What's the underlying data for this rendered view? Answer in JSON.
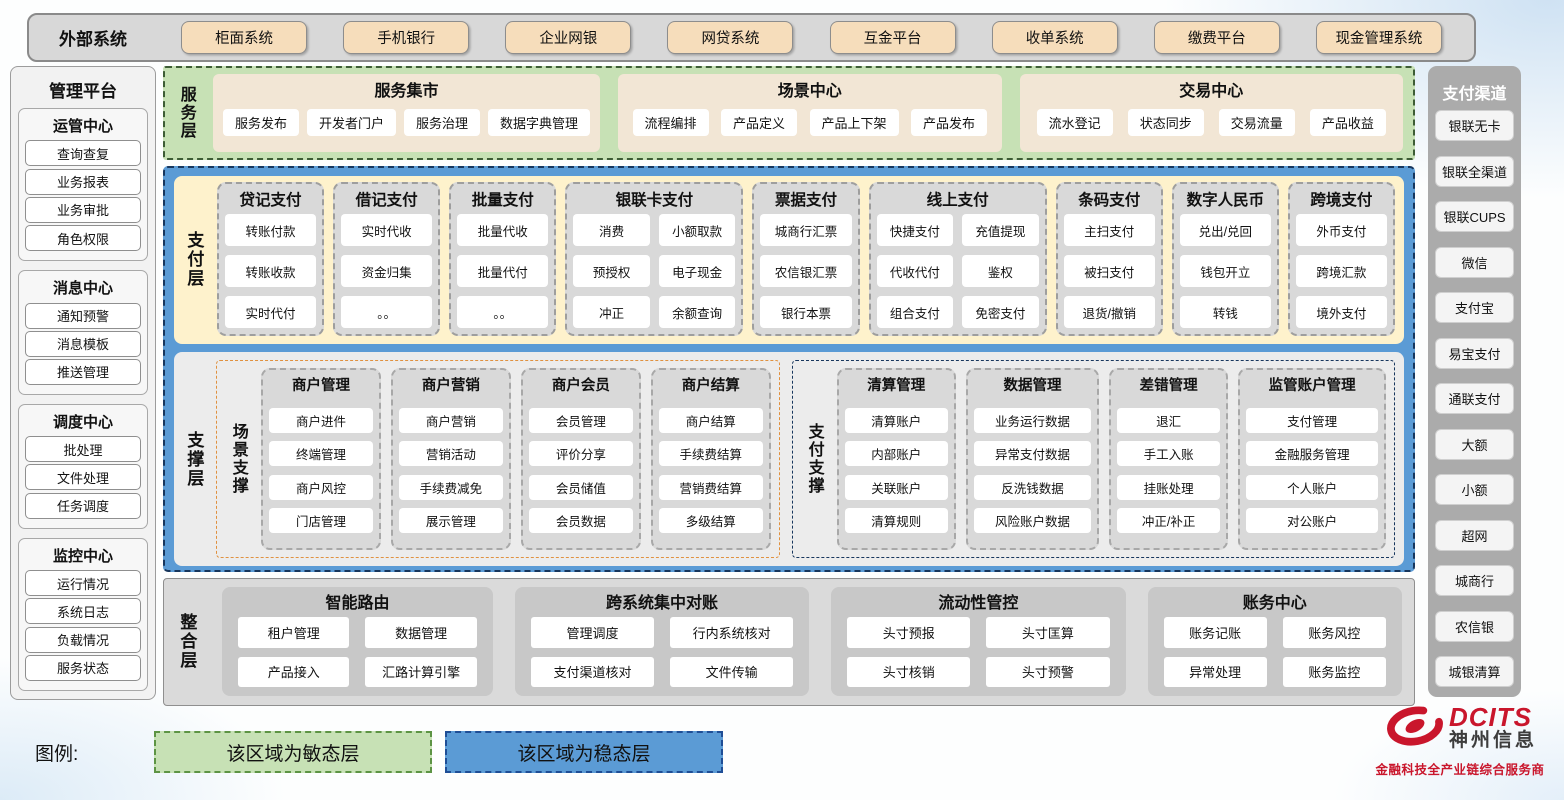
{
  "external_systems": {
    "label": "外部系统",
    "items": [
      "柜面系统",
      "手机银行",
      "企业网银",
      "网贷系统",
      "互金平台",
      "收单系统",
      "缴费平台",
      "现金管理系统"
    ]
  },
  "management_platform": {
    "title": "管理平台",
    "groups": [
      {
        "title": "运管中心",
        "items": [
          "查询查复",
          "业务报表",
          "业务审批",
          "角色权限"
        ]
      },
      {
        "title": "消息中心",
        "items": [
          "通知预警",
          "消息模板",
          "推送管理"
        ]
      },
      {
        "title": "调度中心",
        "items": [
          "批处理",
          "文件处理",
          "任务调度"
        ]
      },
      {
        "title": "监控中心",
        "items": [
          "运行情况",
          "系统日志",
          "负载情况",
          "服务状态"
        ]
      }
    ]
  },
  "service_layer": {
    "label": "服务层",
    "groups": [
      {
        "title": "服务集市",
        "items": [
          "服务发布",
          "开发者门户",
          "服务治理",
          "数据字典管理"
        ]
      },
      {
        "title": "场景中心",
        "items": [
          "流程编排",
          "产品定义",
          "产品上下架",
          "产品发布"
        ]
      },
      {
        "title": "交易中心",
        "items": [
          "流水登记",
          "状态同步",
          "交易流量",
          "产品收益"
        ]
      }
    ]
  },
  "payment_layer": {
    "label": "支付层",
    "columns": [
      {
        "title": "贷记支付",
        "cols": 1,
        "items": [
          "转账付款",
          "转账收款",
          "实时代付"
        ]
      },
      {
        "title": "借记支付",
        "cols": 1,
        "items": [
          "实时代收",
          "资金归集",
          "。。"
        ]
      },
      {
        "title": "批量支付",
        "cols": 1,
        "items": [
          "批量代收",
          "批量代付",
          "。。"
        ]
      },
      {
        "title": "银联卡支付",
        "cols": 2,
        "items": [
          "消费",
          "小额取款",
          "预授权",
          "电子现金",
          "冲正",
          "余额查询"
        ]
      },
      {
        "title": "票据支付",
        "cols": 1,
        "items": [
          "城商行汇票",
          "农信银汇票",
          "银行本票"
        ]
      },
      {
        "title": "线上支付",
        "cols": 2,
        "items": [
          "快捷支付",
          "充值提现",
          "代收代付",
          "鉴权",
          "组合支付",
          "免密支付"
        ]
      },
      {
        "title": "条码支付",
        "cols": 1,
        "items": [
          "主扫支付",
          "被扫支付",
          "退货/撤销"
        ]
      },
      {
        "title": "数字人民币",
        "cols": 1,
        "items": [
          "兑出/兑回",
          "钱包开立",
          "转钱"
        ]
      },
      {
        "title": "跨境支付",
        "cols": 1,
        "items": [
          "外币支付",
          "跨境汇款",
          "境外支付"
        ]
      }
    ]
  },
  "support_layer": {
    "label": "支撑层",
    "groups": [
      {
        "label": "场景支撑",
        "accent": "orange",
        "columns": [
          {
            "title": "商户管理",
            "items": [
              "商户进件",
              "终端管理",
              "商户风控",
              "门店管理"
            ]
          },
          {
            "title": "商户营销",
            "items": [
              "商户营销",
              "营销活动",
              "手续费减免",
              "展示管理"
            ]
          },
          {
            "title": "商户会员",
            "items": [
              "会员管理",
              "评价分享",
              "会员储值",
              "会员数据"
            ]
          },
          {
            "title": "商户结算",
            "items": [
              "商户结算",
              "手续费结算",
              "营销费结算",
              "多级结算"
            ]
          }
        ]
      },
      {
        "label": "支付支撑",
        "accent": "navy",
        "columns": [
          {
            "title": "清算管理",
            "items": [
              "清算账户",
              "内部账户",
              "关联账户",
              "清算规则"
            ]
          },
          {
            "title": "数据管理",
            "items": [
              "业务运行数据",
              "异常支付数据",
              "反洗钱数据",
              "风险账户数据"
            ]
          },
          {
            "title": "差错管理",
            "items": [
              "退汇",
              "手工入账",
              "挂账处理",
              "冲正/补正"
            ]
          },
          {
            "title": "监管账户管理",
            "items": [
              "支付管理",
              "金融服务管理",
              "个人账户",
              "对公账户"
            ]
          }
        ]
      }
    ]
  },
  "integration_layer": {
    "label": "整合层",
    "groups": [
      {
        "title": "智能路由",
        "items": [
          "租户管理",
          "数据管理",
          "产品接入",
          "汇路计算引擎"
        ]
      },
      {
        "title": "跨系统集中对账",
        "items": [
          "管理调度",
          "行内系统核对",
          "支付渠道核对",
          "文件传输"
        ]
      },
      {
        "title": "流动性管控",
        "items": [
          "头寸预报",
          "头寸匡算",
          "头寸核销",
          "头寸预警"
        ]
      },
      {
        "title": "账务中心",
        "items": [
          "账务记账",
          "账务风控",
          "异常处理",
          "账务监控"
        ]
      }
    ]
  },
  "payment_channels": {
    "title": "支付渠道",
    "items": [
      "银联无卡",
      "银联全渠道",
      "银联CUPS",
      "微信",
      "支付宝",
      "易宝支付",
      "通联支付",
      "大额",
      "小额",
      "超网",
      "城商行",
      "农信银",
      "城银清算"
    ]
  },
  "legend": {
    "label": "图例:",
    "items": [
      {
        "text": "该区域为敏态层",
        "type": "agile"
      },
      {
        "text": "该区域为稳态层",
        "type": "stable"
      }
    ]
  },
  "logo": {
    "name": "DCITS",
    "cn": "神州信息",
    "tagline": "金融科技全产业链综合服务商"
  },
  "colors": {
    "agile_green": "#c7e1b5",
    "stable_blue": "#5b9bd5",
    "tan_button": "#f6ddbb",
    "panel_gray": "#d9d9d9",
    "payment_cream": "#fef2cc",
    "scene_accent_orange": "#e0913f",
    "payment_accent_navy": "#17365d",
    "brand_red": "#c9162c"
  }
}
